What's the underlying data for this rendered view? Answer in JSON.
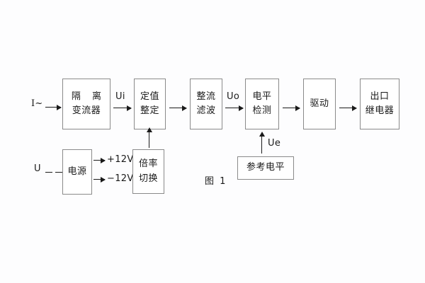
{
  "figure": {
    "caption": "图 1",
    "title_inputs": {
      "current_input": "I~",
      "voltage_input": "U"
    }
  },
  "signal_chain": {
    "boxes": [
      {
        "id": "isolation-ct",
        "line1": "隔 离",
        "line2": "变流器"
      },
      {
        "id": "setting-value",
        "line1": "定值",
        "line2": "整定"
      },
      {
        "id": "rectify-filter",
        "line1": "整流",
        "line2": "滤波"
      },
      {
        "id": "level-detect",
        "line1": "电平",
        "line2": "检测"
      },
      {
        "id": "drive",
        "line1": "驱动",
        "line2": ""
      },
      {
        "id": "output-relay",
        "line1": "出口",
        "line2": "继电器"
      }
    ]
  },
  "power_chain": {
    "boxes": [
      {
        "id": "power-supply",
        "line1": "电源",
        "line2": ""
      },
      {
        "id": "multiplier-switch",
        "line1": "倍率",
        "line2": "切换"
      }
    ],
    "rails": {
      "positive": "+12V",
      "negative": "−12V"
    }
  },
  "reference": {
    "box": {
      "id": "reference-level",
      "line1": "参考电平",
      "line2": ""
    },
    "signal_label": "Ue"
  },
  "signal_labels": {
    "ui": "Ui",
    "uo": "Uo",
    "ue": "Ue"
  },
  "colors": {
    "background": "#ffffff",
    "box_border": "#8a8a8a",
    "ink": "#1a1a1a"
  }
}
